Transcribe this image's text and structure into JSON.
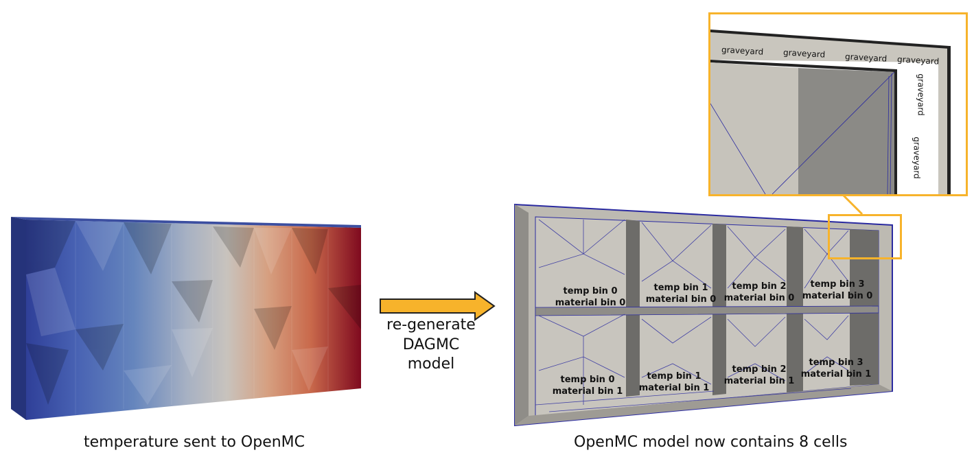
{
  "left_panel": {
    "caption": "temperature sent to OpenMC",
    "colors": [
      "#2f3f98",
      "#4862b3",
      "#6585bd",
      "#8fa3c2",
      "#c8c3bd",
      "#d6a081",
      "#c9694b",
      "#a42a2b",
      "#7f0a1f"
    ]
  },
  "arrow": {
    "label_lines": [
      "re-generate",
      "DAGMC",
      "model"
    ],
    "color": "#f7b32b"
  },
  "right_panel": {
    "caption": "OpenMC model now contains 8 cells",
    "cells_top": [
      {
        "temp": "temp bin 0",
        "material": "material bin 0"
      },
      {
        "temp": "temp bin 1",
        "material": "material bin 0"
      },
      {
        "temp": "temp bin 2",
        "material": "material bin 0"
      },
      {
        "temp": "temp bin 3",
        "material": "material bin 0"
      }
    ],
    "cells_bottom": [
      {
        "temp": "temp bin 0",
        "material": "material bin 1"
      },
      {
        "temp": "temp bin 1",
        "material": "material bin 1"
      },
      {
        "temp": "temp bin 2",
        "material": "material bin 1"
      },
      {
        "temp": "temp bin 3",
        "material": "material bin 1"
      }
    ]
  },
  "inset": {
    "labels_top": [
      "graveyard",
      "graveyard",
      "graveyard",
      "graveyard"
    ],
    "labels_side": [
      "graveyard",
      "graveyard"
    ],
    "highlight_color": "#f7b32b"
  }
}
